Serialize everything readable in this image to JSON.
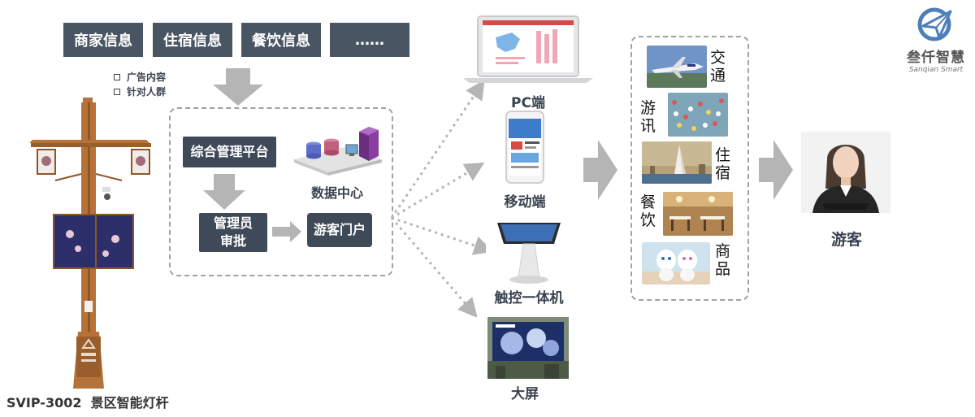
{
  "logo": {
    "title": "叁仟智慧",
    "subtitle": "Sanqian Smart"
  },
  "info_tags": [
    "商家信息",
    "住宿信息",
    "餐饮信息",
    "……"
  ],
  "bullets": [
    "广告内容",
    "针对人群"
  ],
  "platform": {
    "mgmt_platform": "综合管理平台",
    "data_center": "数据中心",
    "admin_review_line1": "管理员",
    "admin_review_line2": "审批",
    "tourist_portal": "游客门户"
  },
  "pole_caption": "SVIP-3002  景区智能灯杆",
  "terminals": [
    "PC端",
    "移动端",
    "触控一体机",
    "大屏"
  ],
  "categories": [
    {
      "line1": "交",
      "line2": "通"
    },
    {
      "line1": "游",
      "line2": "讯"
    },
    {
      "line1": "住",
      "line2": "宿"
    },
    {
      "line1": "餐",
      "line2": "饮"
    },
    {
      "line1": "商",
      "line2": "品"
    }
  ],
  "visitor": "游客",
  "colors": {
    "box_dark": "#3f4a59",
    "arrow_gray": "#b5b5b5",
    "dash": "#9ea3a8",
    "pole": "#b5733a"
  }
}
